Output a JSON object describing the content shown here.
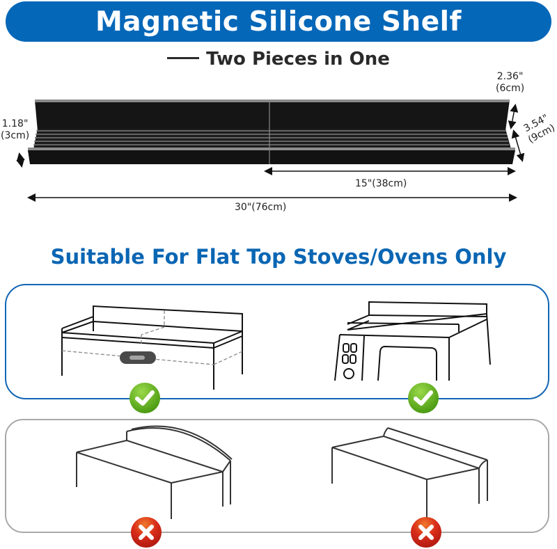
{
  "header": {
    "title": "Magnetic Silicone Shelf",
    "subtitle": "Two Pieces in One"
  },
  "dimensions": {
    "lip_height": {
      "inch": "1.18\"",
      "cm": "(3cm)"
    },
    "back_height": {
      "inch": "2.36\"",
      "cm": "(6cm)"
    },
    "depth": {
      "inch": "3.54\"",
      "cm": "(9cm)"
    },
    "piece_length": "15\"(38cm)",
    "total_length": "30\"(76cm)"
  },
  "compatibility": {
    "title": "Suitable For Flat Top Stoves/Ovens Only",
    "suitable": [
      {
        "name": "flat-top-range",
        "status": "check"
      },
      {
        "name": "toaster-oven",
        "status": "check"
      }
    ],
    "unsuitable": [
      {
        "name": "curved-backguard-stove",
        "status": "cross"
      },
      {
        "name": "sloped-backguard-stove",
        "status": "cross"
      }
    ]
  },
  "colors": {
    "brand_blue": "#0567b8",
    "title_blue": "#0a66b3",
    "check_green": "#5cae1f",
    "cross_red": "#d7241a",
    "shelf_black": "#161616"
  }
}
